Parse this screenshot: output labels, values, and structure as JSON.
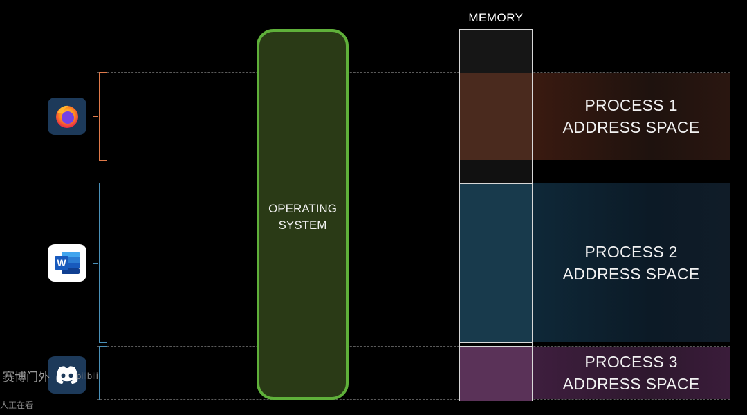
{
  "memory": {
    "title": "MEMORY"
  },
  "os": {
    "label": "OPERATING\nSYSTEM"
  },
  "processes": [
    {
      "line1": "PROCESS 1",
      "line2": "ADDRESS SPACE"
    },
    {
      "line1": "PROCESS 2",
      "line2": "ADDRESS SPACE"
    },
    {
      "line1": "PROCESS 3",
      "line2": "ADDRESS SPACE"
    }
  ],
  "apps": [
    {
      "icon": "firefox-icon",
      "bracket_color": "#e07a4a"
    },
    {
      "icon": "word-icon",
      "bracket_color": "#4a90b8"
    },
    {
      "icon": "discord-icon",
      "bracket_color": "#4a90b8"
    }
  ],
  "colors": {
    "os_border": "#5fb03a",
    "os_fill": "#2a3a16",
    "process1": "#4a2a1e",
    "process2": "#183a4c",
    "process3": "#5a3258"
  },
  "watermark": {
    "text": "赛博门外",
    "brand": "bilibili",
    "viewers": "人正在看"
  }
}
